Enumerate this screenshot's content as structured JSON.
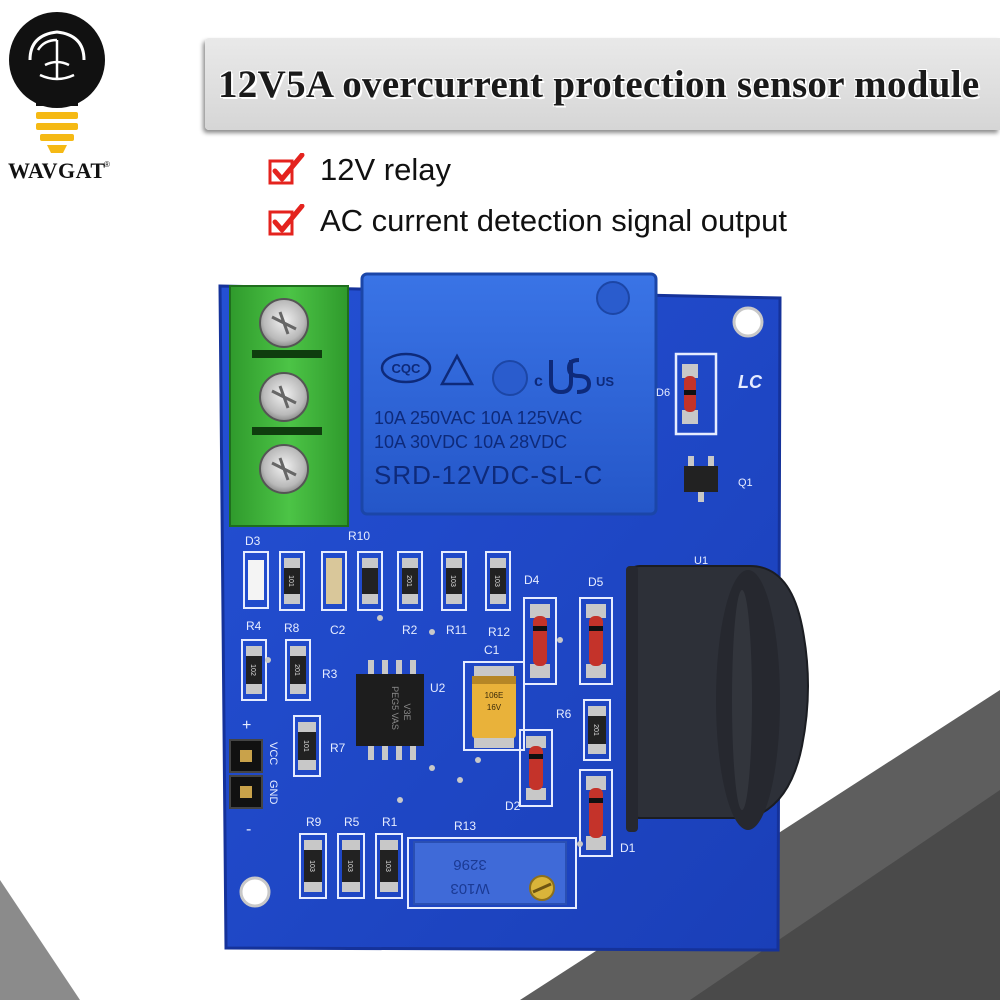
{
  "brand": {
    "name": "WAVGAT",
    "registered_mark": "®"
  },
  "banner": {
    "title": "12V5A overcurrent protection sensor module"
  },
  "features": [
    {
      "icon": "checkmark-icon",
      "text": "12V relay"
    },
    {
      "icon": "checkmark-icon",
      "text": "AC current detection signal output"
    }
  ],
  "relay": {
    "line1": "10A 250VAC  10A 125VAC",
    "line2": "10A  30VDC  10A  28VDC",
    "model": "SRD-12VDC-SL-C",
    "cert1": "CQC",
    "cert2": "c",
    "cert3": "US"
  },
  "silkscreen": {
    "lc": "LC",
    "d6": "D6",
    "q1": "Q1",
    "u1": "U1",
    "d3": "D3",
    "r10": "R10",
    "d4": "D4",
    "d5": "D5",
    "r4": "R4",
    "r8": "R8",
    "c2": "C2",
    "r2": "R2",
    "r11": "R11",
    "r12": "R12",
    "c1": "C1",
    "r3": "R3",
    "u2": "U2",
    "r6": "R6",
    "r7": "R7",
    "d2": "D2",
    "plus": "+",
    "minus": "-",
    "vcc": "VCC",
    "gnd": "GND",
    "r9": "R9",
    "r5": "R5",
    "r1": "R1",
    "r13": "R13",
    "d1": "D1"
  },
  "chips": {
    "u2_marking": "PEG5 VAS",
    "u2_marking2": "V3E",
    "cap_marking": "106E",
    "cap_marking2": "16V",
    "pot_marking": "3296",
    "pot_value": "W103"
  },
  "resistor_codes": {
    "r10": "101",
    "r2": "201",
    "r11": "103",
    "r12": "103",
    "r4": "102",
    "r8": "201",
    "r7": "101",
    "r6": "201",
    "r9": "103",
    "r5": "103",
    "r1": "103"
  },
  "colors": {
    "pcb": "#1f49c9",
    "terminal": "#3fb33a",
    "relay": "#2b63d6",
    "sensor": "#2d3038",
    "banner": "#dedede",
    "check": "#e4231e"
  }
}
